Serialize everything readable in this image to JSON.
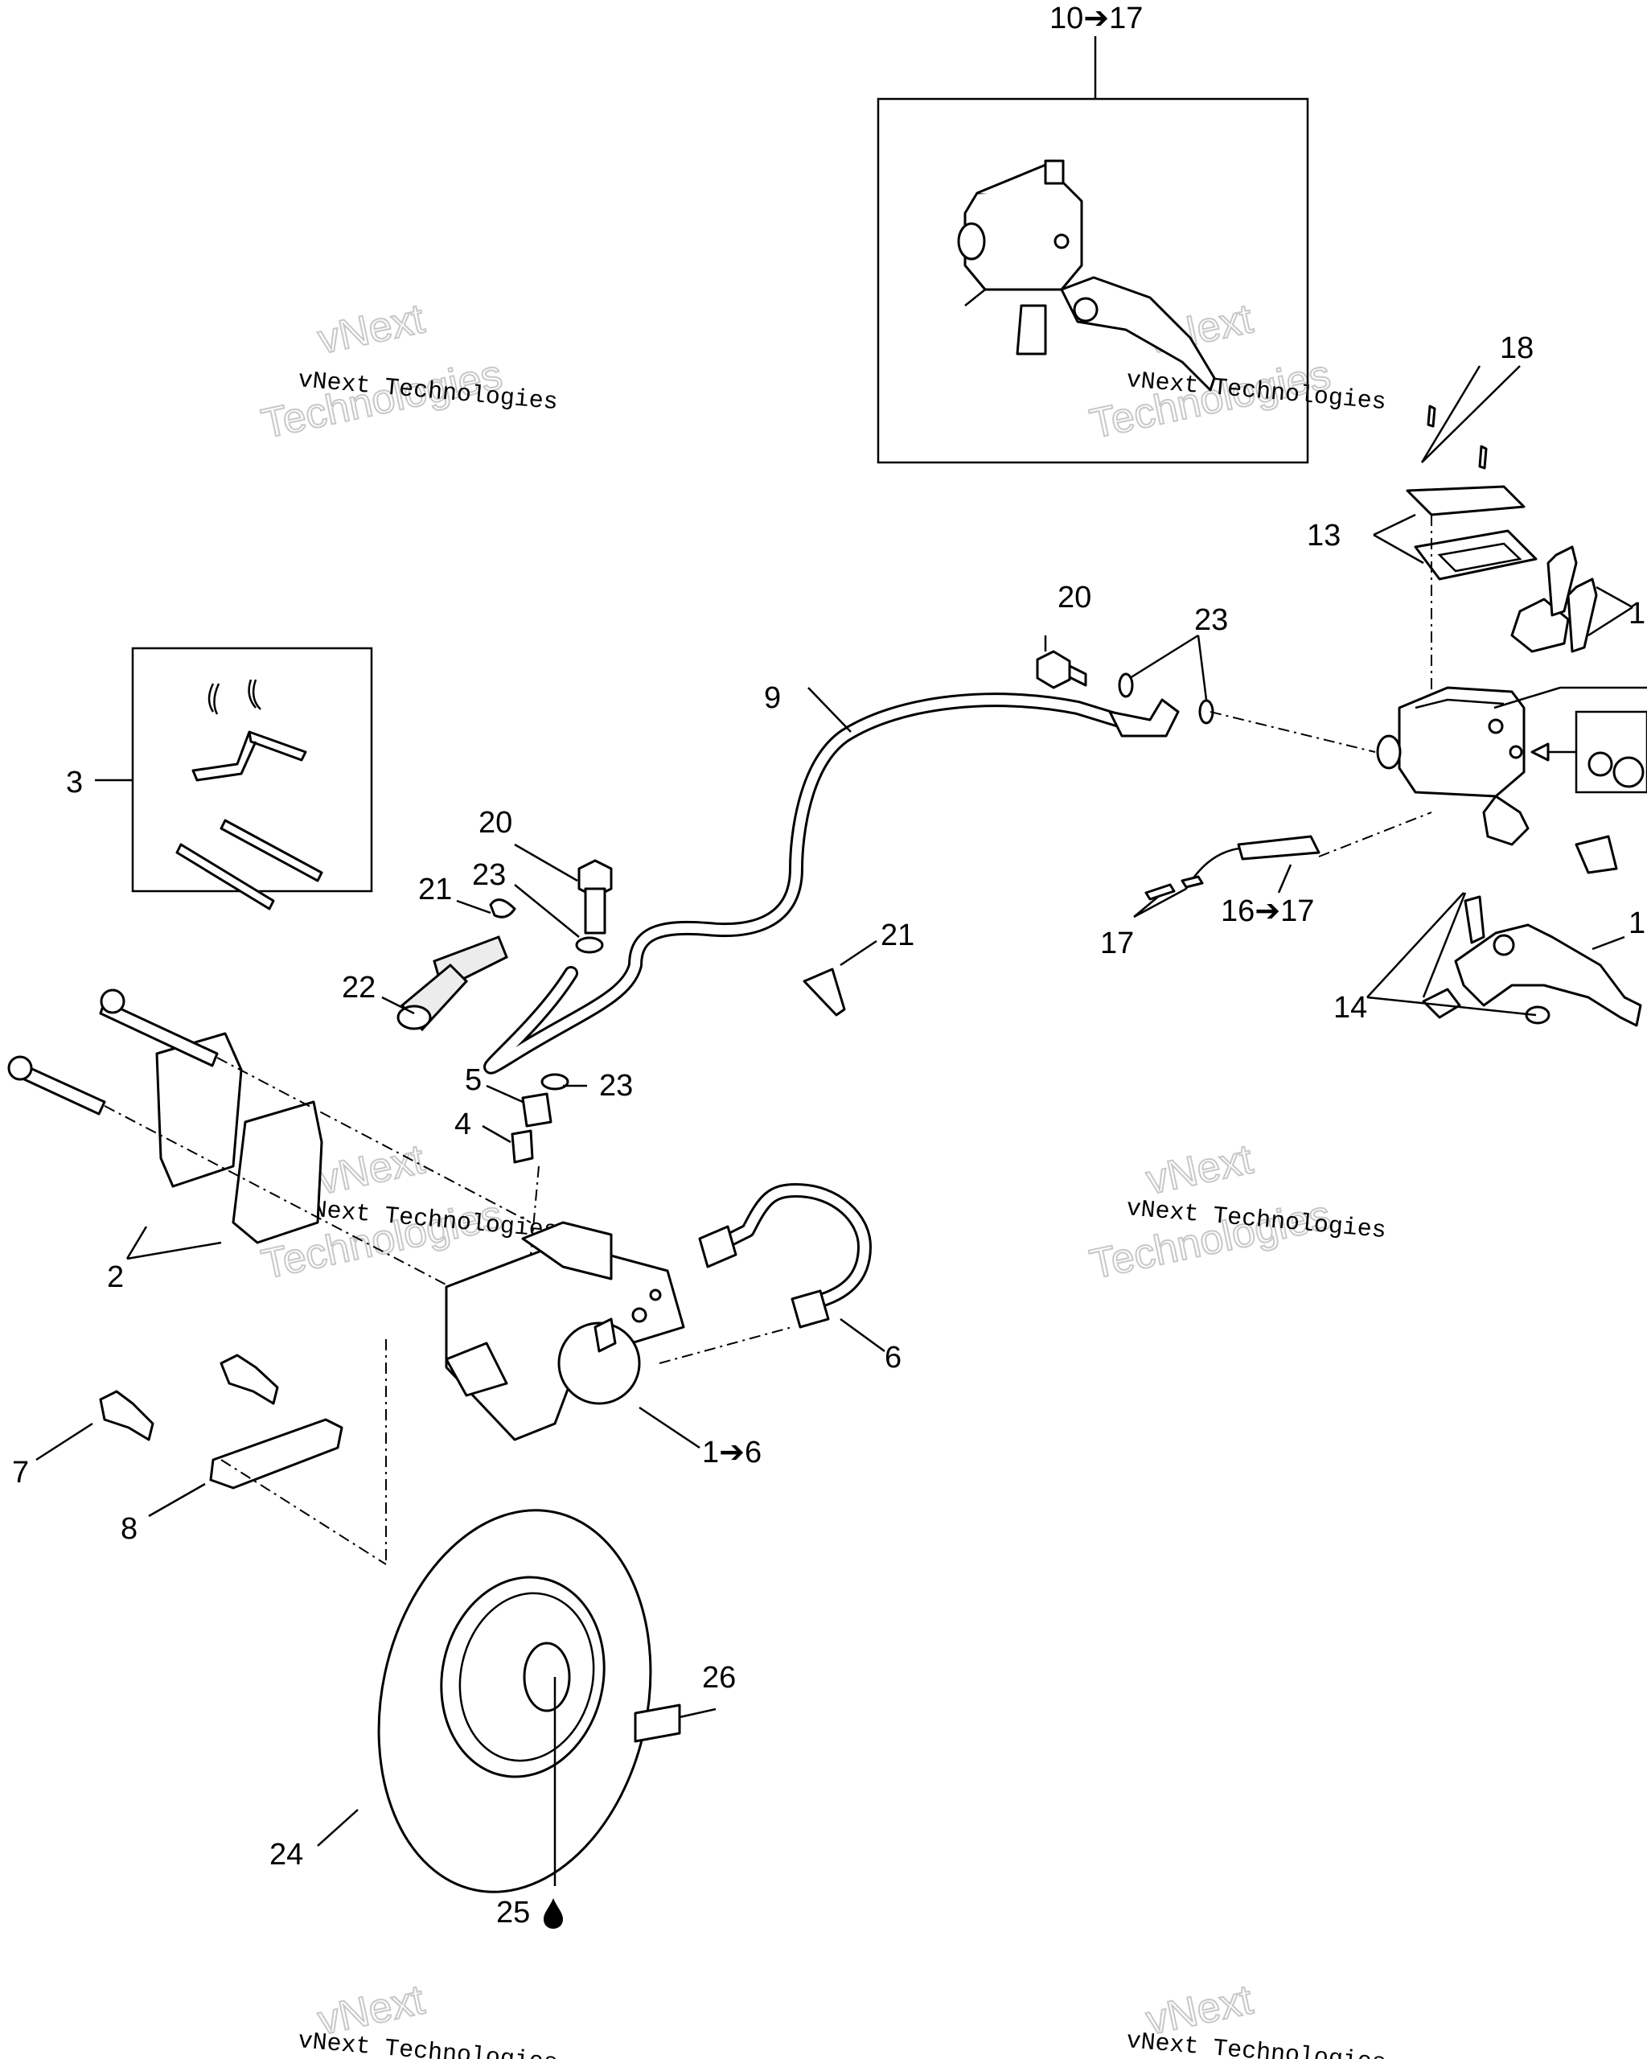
{
  "watermark": {
    "line1": "vNext Technologies",
    "overlay_top": "vNext",
    "overlay_bottom": "Technologies"
  },
  "callouts": {
    "c10_17": "10➔17",
    "c18": "18",
    "c13": "13",
    "c20a": "20",
    "c23a": "23",
    "c9": "9",
    "c3": "3",
    "c20b": "20",
    "c23b": "23",
    "c21a": "21",
    "c21b": "21",
    "c22": "22",
    "c5": "5",
    "c23c": "23",
    "c4": "4",
    "c16_17": "16➔17",
    "c17": "17",
    "c14": "14",
    "c15": "1",
    "c12": "1",
    "c2": "2",
    "c6": "6",
    "c1_6": "1➔6",
    "c7": "7",
    "c8": "8",
    "c26": "26",
    "c24": "24",
    "c25": "25"
  },
  "icons": {
    "c25_symbol": "oil-drop-icon"
  }
}
